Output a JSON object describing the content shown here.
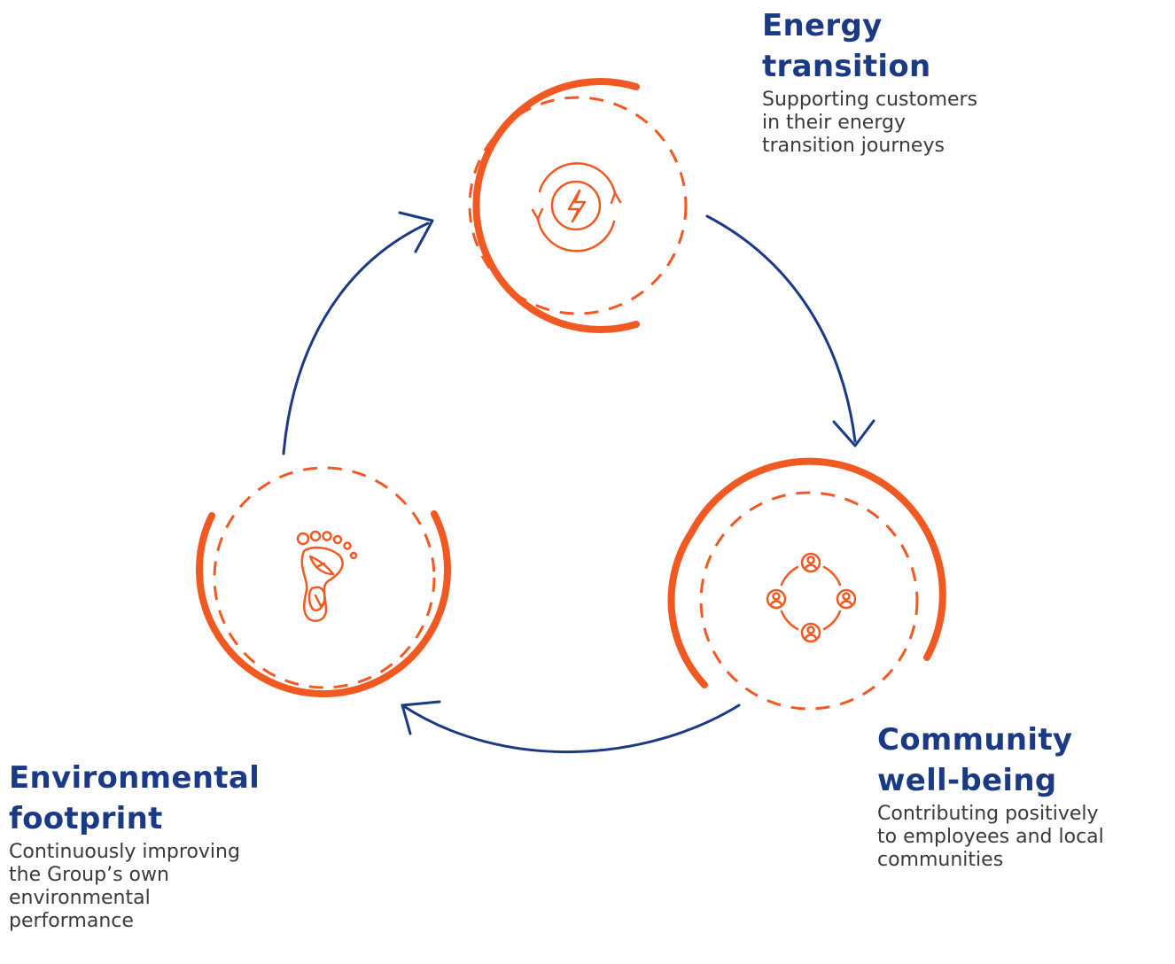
{
  "colors": {
    "accent": "#f05a22",
    "arrow": "#1b3a86",
    "title": "#1b3a86",
    "text": "#3a3a3a"
  },
  "nodes": [
    {
      "id": "energy",
      "title_lines": [
        "Energy",
        "transition"
      ],
      "desc_lines": [
        "Supporting customers",
        "in their energy",
        "transition journeys"
      ],
      "icon": "energy-cycle-icon"
    },
    {
      "id": "community",
      "title_lines": [
        "Community",
        "well-being"
      ],
      "desc_lines": [
        "Contributing positively",
        "to employees and local",
        "communities"
      ],
      "icon": "community-network-icon"
    },
    {
      "id": "environment",
      "title_lines": [
        "Environmental",
        "footprint"
      ],
      "desc_lines": [
        "Continuously improving",
        "the Group’s own",
        "environmental",
        "performance"
      ],
      "icon": "footprint-leaf-icon"
    }
  ],
  "edges": [
    {
      "from": "energy",
      "to": "community"
    },
    {
      "from": "community",
      "to": "environment"
    },
    {
      "from": "environment",
      "to": "energy"
    }
  ]
}
